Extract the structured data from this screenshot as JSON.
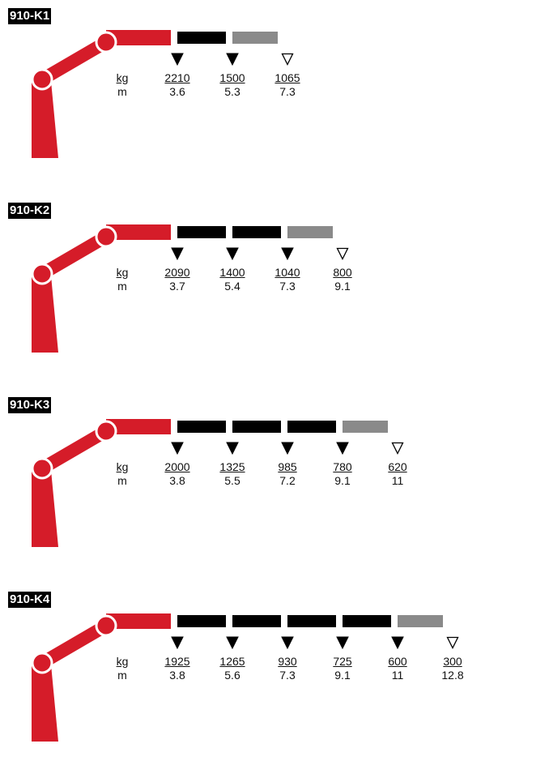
{
  "colors": {
    "boom_red": "#d51c29",
    "extension": "#000000",
    "final_extension": "#8a8a8a",
    "label_bg": "#000000"
  },
  "units": {
    "load": "kg",
    "reach": "m"
  },
  "models": [
    {
      "name": "910-K1",
      "extensions": 2,
      "capacities": [
        {
          "kg": "2210",
          "m": "3.6",
          "marker": "filled"
        },
        {
          "kg": "1500",
          "m": "5.3",
          "marker": "filled"
        },
        {
          "kg": "1065",
          "m": "7.3",
          "marker": "outline"
        }
      ]
    },
    {
      "name": "910-K2",
      "extensions": 3,
      "capacities": [
        {
          "kg": "2090",
          "m": "3.7",
          "marker": "filled"
        },
        {
          "kg": "1400",
          "m": "5.4",
          "marker": "filled"
        },
        {
          "kg": "1040",
          "m": "7.3",
          "marker": "filled"
        },
        {
          "kg": "800",
          "m": "9.1",
          "marker": "outline"
        }
      ]
    },
    {
      "name": "910-K3",
      "extensions": 4,
      "capacities": [
        {
          "kg": "2000",
          "m": "3.8",
          "marker": "filled"
        },
        {
          "kg": "1325",
          "m": "5.5",
          "marker": "filled"
        },
        {
          "kg": "985",
          "m": "7.2",
          "marker": "filled"
        },
        {
          "kg": "780",
          "m": "9.1",
          "marker": "filled"
        },
        {
          "kg": "620",
          "m": "11",
          "marker": "outline"
        }
      ]
    },
    {
      "name": "910-K4",
      "extensions": 5,
      "capacities": [
        {
          "kg": "1925",
          "m": "3.8",
          "marker": "filled"
        },
        {
          "kg": "1265",
          "m": "5.6",
          "marker": "filled"
        },
        {
          "kg": "930",
          "m": "7.3",
          "marker": "filled"
        },
        {
          "kg": "725",
          "m": "9.1",
          "marker": "filled"
        },
        {
          "kg": "600",
          "m": "11",
          "marker": "filled"
        },
        {
          "kg": "300",
          "m": "12.8",
          "marker": "outline"
        }
      ]
    }
  ]
}
